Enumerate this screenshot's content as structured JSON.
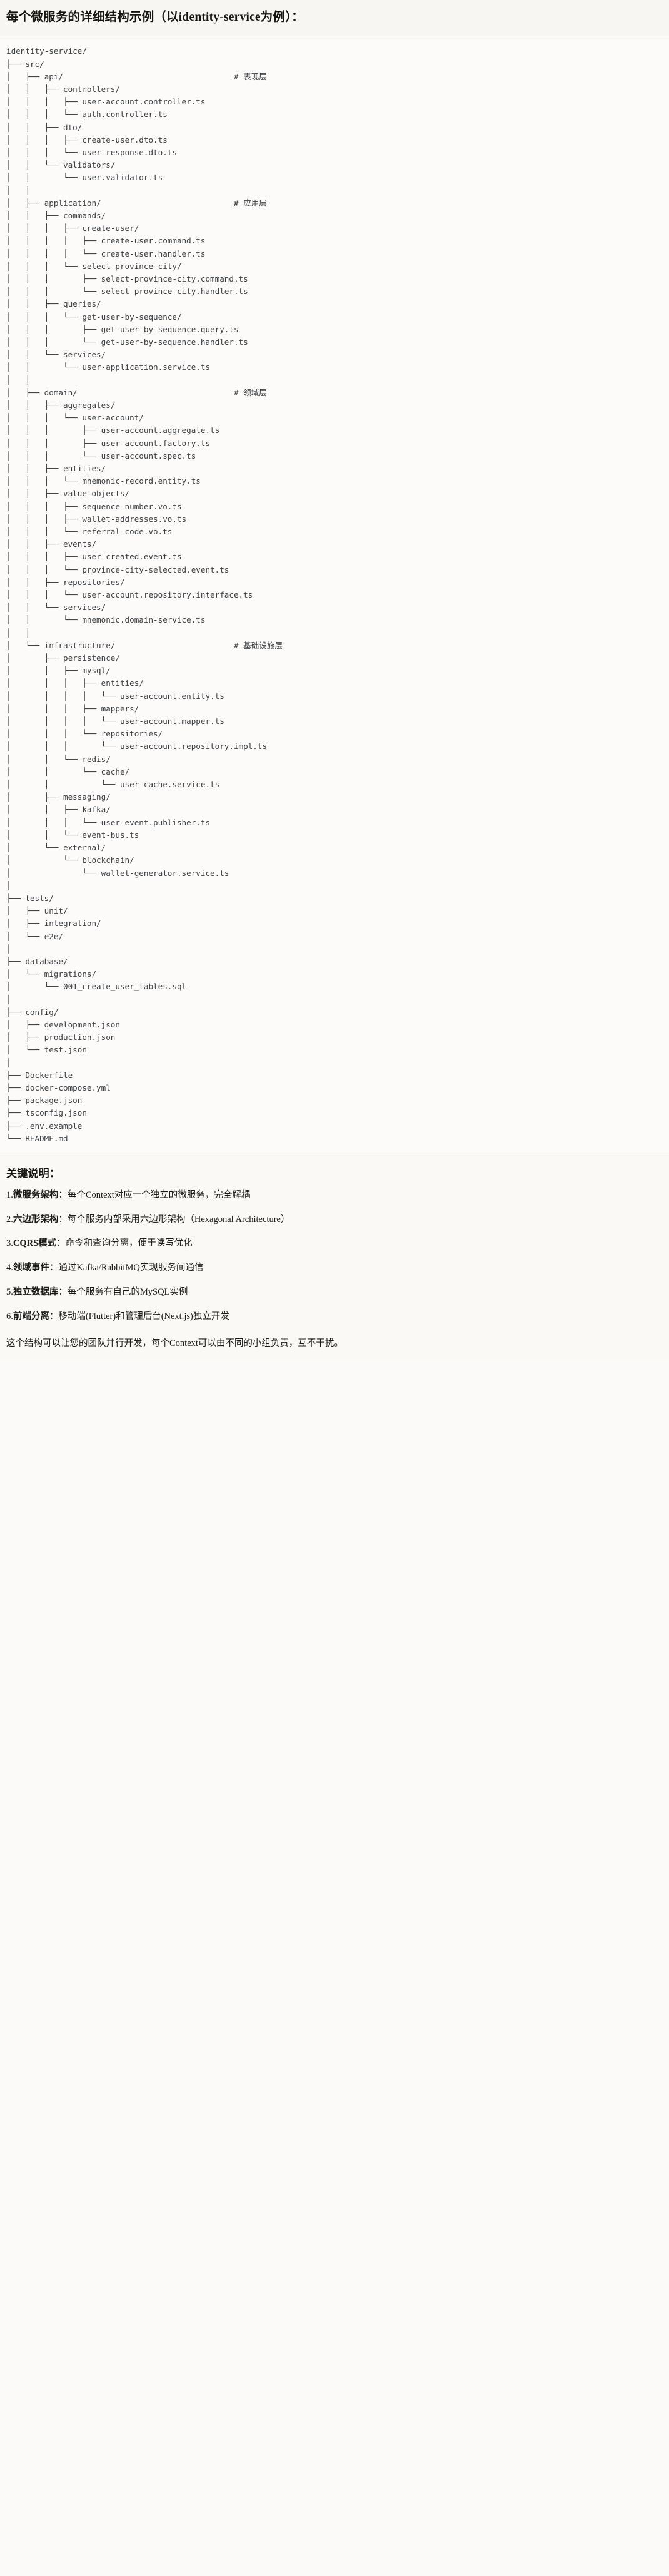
{
  "header": {
    "title": "每个微服务的详细结构示例（以identity-service为例）："
  },
  "tree": {
    "root": "identity-service/",
    "comments": {
      "api": "# 表现层",
      "application": "# 应用层",
      "domain": "# 领域层",
      "infrastructure": "# 基础设施层"
    },
    "text": "identity-service/\n├── src/\n│   ├── api/                                    # 表现层\n│   │   ├── controllers/\n│   │   │   ├── user-account.controller.ts\n│   │   │   └── auth.controller.ts\n│   │   ├── dto/\n│   │   │   ├── create-user.dto.ts\n│   │   │   └── user-response.dto.ts\n│   │   └── validators/\n│   │       └── user.validator.ts\n│   │\n│   ├── application/                            # 应用层\n│   │   ├── commands/\n│   │   │   ├── create-user/\n│   │   │   │   ├── create-user.command.ts\n│   │   │   │   └── create-user.handler.ts\n│   │   │   └── select-province-city/\n│   │   │       ├── select-province-city.command.ts\n│   │   │       └── select-province-city.handler.ts\n│   │   ├── queries/\n│   │   │   └── get-user-by-sequence/\n│   │   │       ├── get-user-by-sequence.query.ts\n│   │   │       └── get-user-by-sequence.handler.ts\n│   │   └── services/\n│   │       └── user-application.service.ts\n│   │\n│   ├── domain/                                 # 领域层\n│   │   ├── aggregates/\n│   │   │   └── user-account/\n│   │   │       ├── user-account.aggregate.ts\n│   │   │       ├── user-account.factory.ts\n│   │   │       └── user-account.spec.ts\n│   │   ├── entities/\n│   │   │   └── mnemonic-record.entity.ts\n│   │   ├── value-objects/\n│   │   │   ├── sequence-number.vo.ts\n│   │   │   ├── wallet-addresses.vo.ts\n│   │   │   └── referral-code.vo.ts\n│   │   ├── events/\n│   │   │   ├── user-created.event.ts\n│   │   │   └── province-city-selected.event.ts\n│   │   ├── repositories/\n│   │   │   └── user-account.repository.interface.ts\n│   │   └── services/\n│   │       └── mnemonic.domain-service.ts\n│   │\n│   └── infrastructure/                         # 基础设施层\n│       ├── persistence/\n│       │   ├── mysql/\n│       │   │   ├── entities/\n│       │   │   │   └── user-account.entity.ts\n│       │   │   ├── mappers/\n│       │   │   │   └── user-account.mapper.ts\n│       │   │   └── repositories/\n│       │   │       └── user-account.repository.impl.ts\n│       │   └── redis/\n│       │       └── cache/\n│       │           └── user-cache.service.ts\n│       ├── messaging/\n│       │   ├── kafka/\n│       │   │   └── user-event.publisher.ts\n│       │   └── event-bus.ts\n│       └── external/\n│           └── blockchain/\n│               └── wallet-generator.service.ts\n│\n├── tests/\n│   ├── unit/\n│   ├── integration/\n│   └── e2e/\n│\n├── database/\n│   └── migrations/\n│       └── 001_create_user_tables.sql\n│\n├── config/\n│   ├── development.json\n│   ├── production.json\n│   └── test.json\n│\n├── Dockerfile\n├── docker-compose.yml\n├── package.json\n├── tsconfig.json\n├── .env.example\n└── README.md"
  },
  "notes": {
    "heading": "关键说明：",
    "items": [
      {
        "index": "1.",
        "term": "微服务架构",
        "sep": "：",
        "desc": "每个Context对应一个独立的微服务，完全解耦"
      },
      {
        "index": "2.",
        "term": "六边形架构",
        "sep": "：",
        "desc": "每个服务内部采用六边形架构（Hexagonal Architecture）"
      },
      {
        "index": "3.",
        "term": "CQRS模式",
        "sep": "：",
        "desc": "命令和查询分离，便于读写优化"
      },
      {
        "index": "4.",
        "term": "领域事件",
        "sep": "：",
        "desc": "通过Kafka/RabbitMQ实现服务间通信"
      },
      {
        "index": "5.",
        "term": "独立数据库",
        "sep": "：",
        "desc": "每个服务有自己的MySQL实例"
      },
      {
        "index": "6.",
        "term": "前端分离",
        "sep": "：",
        "desc": "移动端(Flutter)和管理后台(Next.js)独立开发"
      }
    ],
    "footer": "这个结构可以让您的团队并行开发，每个Context可以由不同的小组负责，互不干扰。"
  },
  "colors": {
    "page_bg": "#fbfaf8",
    "header_bg": "#f7f6f2",
    "tree_bg": "#fcfbf9",
    "notes_bg": "#faf9f6",
    "divider": "#e3e1dc",
    "code_text": "#3b3f44",
    "comment_text": "#5d6168"
  }
}
